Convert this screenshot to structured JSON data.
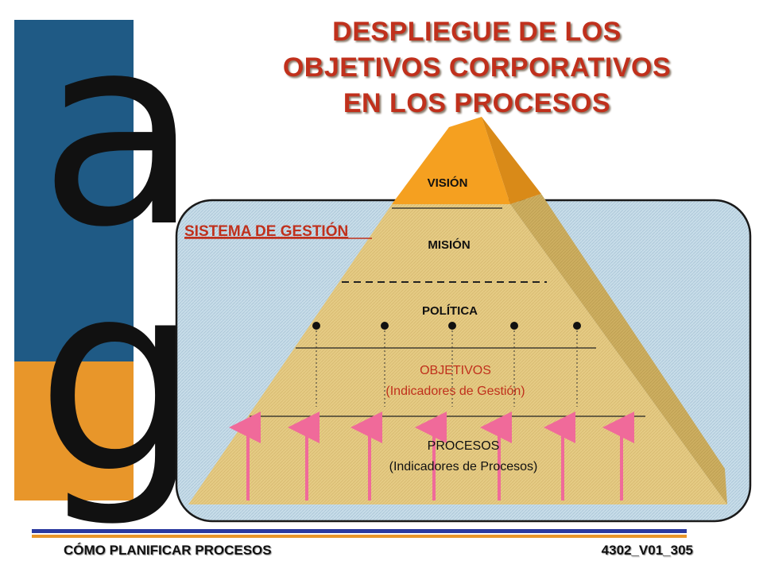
{
  "title": {
    "line1": "DESPLIEGUE DE LOS",
    "line2": "OBJETIVOS CORPORATIVOS",
    "line3": "EN LOS PROCESOS"
  },
  "logo": {
    "letter_top": "a",
    "letter_bottom": "g"
  },
  "system_label": "SISTEMA DE GESTIÓN",
  "levels": {
    "vision": "VISIÓN",
    "mision": "MISIÓN",
    "politica": "POLÍTICA",
    "objetivos": "OBJETIVOS",
    "objetivos_sub": "(Indicadores de Gestión)",
    "procesos": "PROCESOS",
    "procesos_sub": "(Indicadores de Procesos)"
  },
  "footer": {
    "left": "CÓMO PLANIFICAR PROCESOS",
    "right": "4302_V01_305"
  },
  "colors": {
    "title": "#c0301c",
    "logo_blue": "#1f5a85",
    "logo_orange": "#e8962a",
    "peak": "#f5a020",
    "peak_side": "#d98a18",
    "pyramid": "#e3c87e",
    "pyramid_side": "#c4a556",
    "panel": "#c2d9e6",
    "label_red": "#c0301c",
    "arrow": "#f06a9a",
    "rule_blue": "#2b3aa0",
    "rule_orange": "#e8962a"
  }
}
